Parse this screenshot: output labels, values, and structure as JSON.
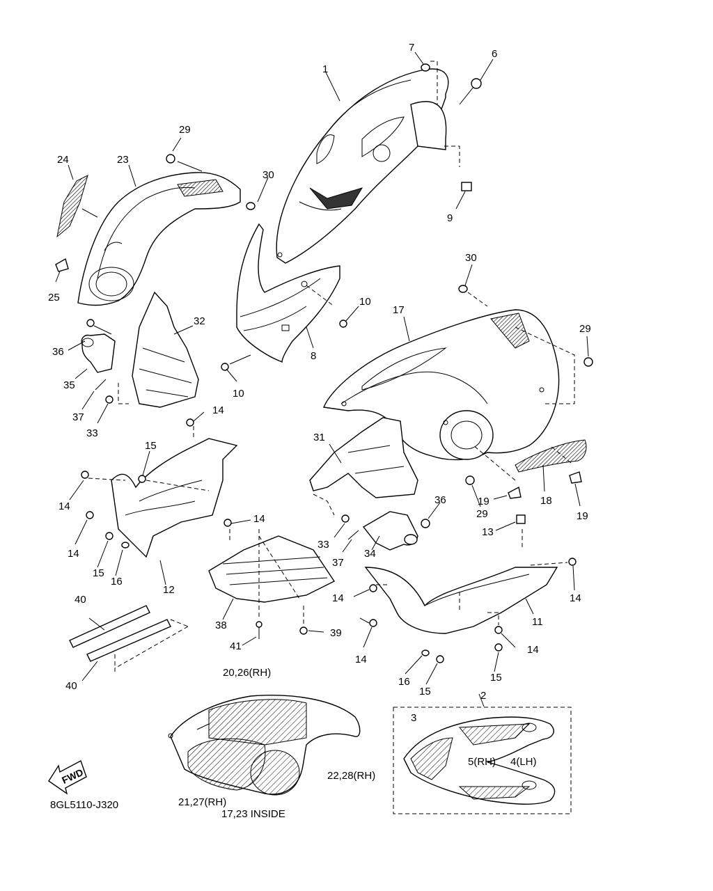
{
  "callouts": {
    "c1": "1",
    "c2": "2",
    "c3": "3",
    "c4": "4(LH)",
    "c5": "5(RH)",
    "c6": "6",
    "c7": "7",
    "c8": "8",
    "c9": "9",
    "c10a": "10",
    "c10b": "10",
    "c11": "11",
    "c12": "12",
    "c13": "13",
    "c14a": "14",
    "c14b": "14",
    "c14c": "14",
    "c14d": "14",
    "c14e": "14",
    "c14f": "14",
    "c14g": "14",
    "c14h": "14",
    "c15a": "15",
    "c15b": "15",
    "c15c": "15",
    "c15d": "15",
    "c16a": "16",
    "c16b": "16",
    "c17": "17",
    "c18": "18",
    "c19a": "19",
    "c19b": "19",
    "c20": "20,26(RH)",
    "c21": "21,27(RH)",
    "c22": "22,28(RH)",
    "c23": "23",
    "c24": "24",
    "c25": "25",
    "c29a": "29",
    "c29b": "29",
    "c29c": "29",
    "c30a": "30",
    "c30b": "30",
    "c31": "31",
    "c32": "32",
    "c33a": "33",
    "c33b": "33",
    "c34": "34",
    "c35": "35",
    "c36a": "36",
    "c36b": "36",
    "c37a": "37",
    "c37b": "37",
    "c38": "38",
    "c39": "39",
    "c40a": "40",
    "c40b": "40",
    "c41": "41"
  },
  "notes": {
    "inside": "17,23 INSIDE",
    "fwd": "FWD",
    "drawing_code": "8GL5110-J320"
  }
}
